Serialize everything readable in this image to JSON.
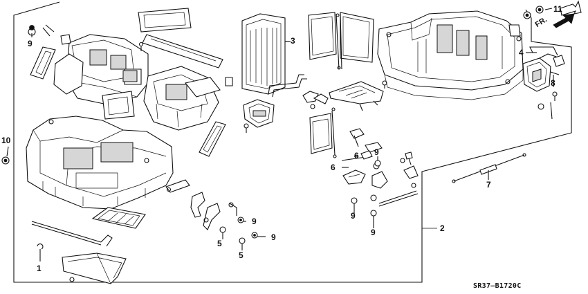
{
  "diagram": {
    "part_numbers": [
      "1",
      "2",
      "3",
      "4",
      "5",
      "6",
      "7",
      "8",
      "9",
      "10",
      "11"
    ],
    "callouts": {
      "c1": "1",
      "c2": "2",
      "c3": "3",
      "c4": "4",
      "c5a": "5",
      "c5b": "5",
      "c6a": "6",
      "c6b": "6",
      "c7": "7",
      "c8": "8",
      "c9a": "9",
      "c9b": "9",
      "c9c": "9",
      "c9d": "9",
      "c9e": "9",
      "c9f": "9",
      "c10": "10",
      "c11": "11"
    },
    "direction_label": "FR.",
    "diagram_code": "SR37–B1720C"
  }
}
